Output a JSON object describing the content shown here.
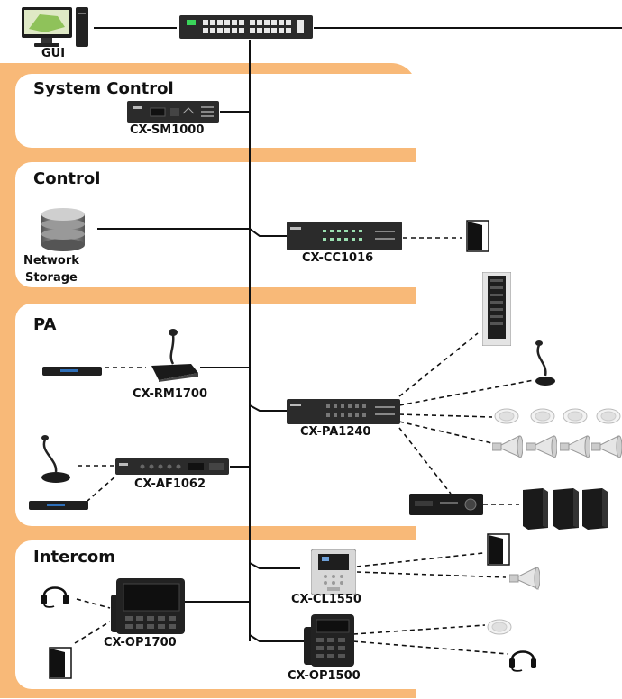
{
  "header": {
    "gui_label": "GUI"
  },
  "sections": {
    "system_control": "System Control",
    "control": "Control",
    "pa": "PA",
    "intercom": "Intercom"
  },
  "devices": {
    "sm1000": "CX-SM1000",
    "network_storage": "Network\nStorage",
    "cc1016": "CX-CC1016",
    "rm1700": "CX-RM1700",
    "af1062": "CX-AF1062",
    "pa1240": "CX-PA1240",
    "cl1550": "CX-CL1550",
    "op1700": "CX-OP1700",
    "op1500": "CX-OP1500"
  },
  "colors": {
    "accent": "#f8b978",
    "device_dark": "#2b2b2b",
    "line": "#111111"
  },
  "icons": [
    "pc-icon",
    "network-switch-icon",
    "storage-icon",
    "door-icon",
    "microphone-icon",
    "ceiling-speaker-icon",
    "horn-speaker-icon",
    "amplifier-icon",
    "rack-icon",
    "cabinet-speaker-icon",
    "headset-icon",
    "intercom-station-icon"
  ]
}
